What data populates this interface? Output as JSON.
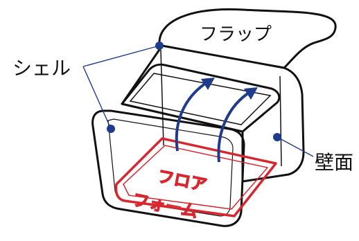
{
  "labels": {
    "flap": "フラップ",
    "shell": "シェル",
    "wall": "壁面",
    "floor_line1": "フロア",
    "floor_line2": "フォーム"
  },
  "colors": {
    "outline": "#111111",
    "leader": "#1f3b8c",
    "dot": "#1f3b8c",
    "arrow": "#1f3b8c",
    "floor": "#d8262e"
  }
}
